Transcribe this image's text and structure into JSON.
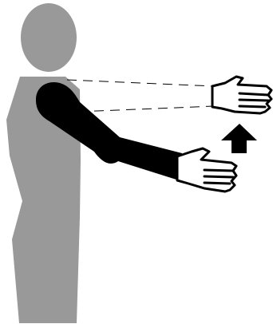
{
  "diagram": {
    "kind": "exercise-illustration",
    "figure": {
      "body_color": "#999999",
      "arm_color": "#000000",
      "hand_fill": "#ffffff",
      "hand_stroke": "#000000"
    },
    "arm_positions": [
      "raised",
      "lowered"
    ],
    "movement_arrow": {
      "direction": "up",
      "color": "#000000"
    },
    "guide_lines": {
      "style": "dashed",
      "color": "#000000"
    }
  }
}
